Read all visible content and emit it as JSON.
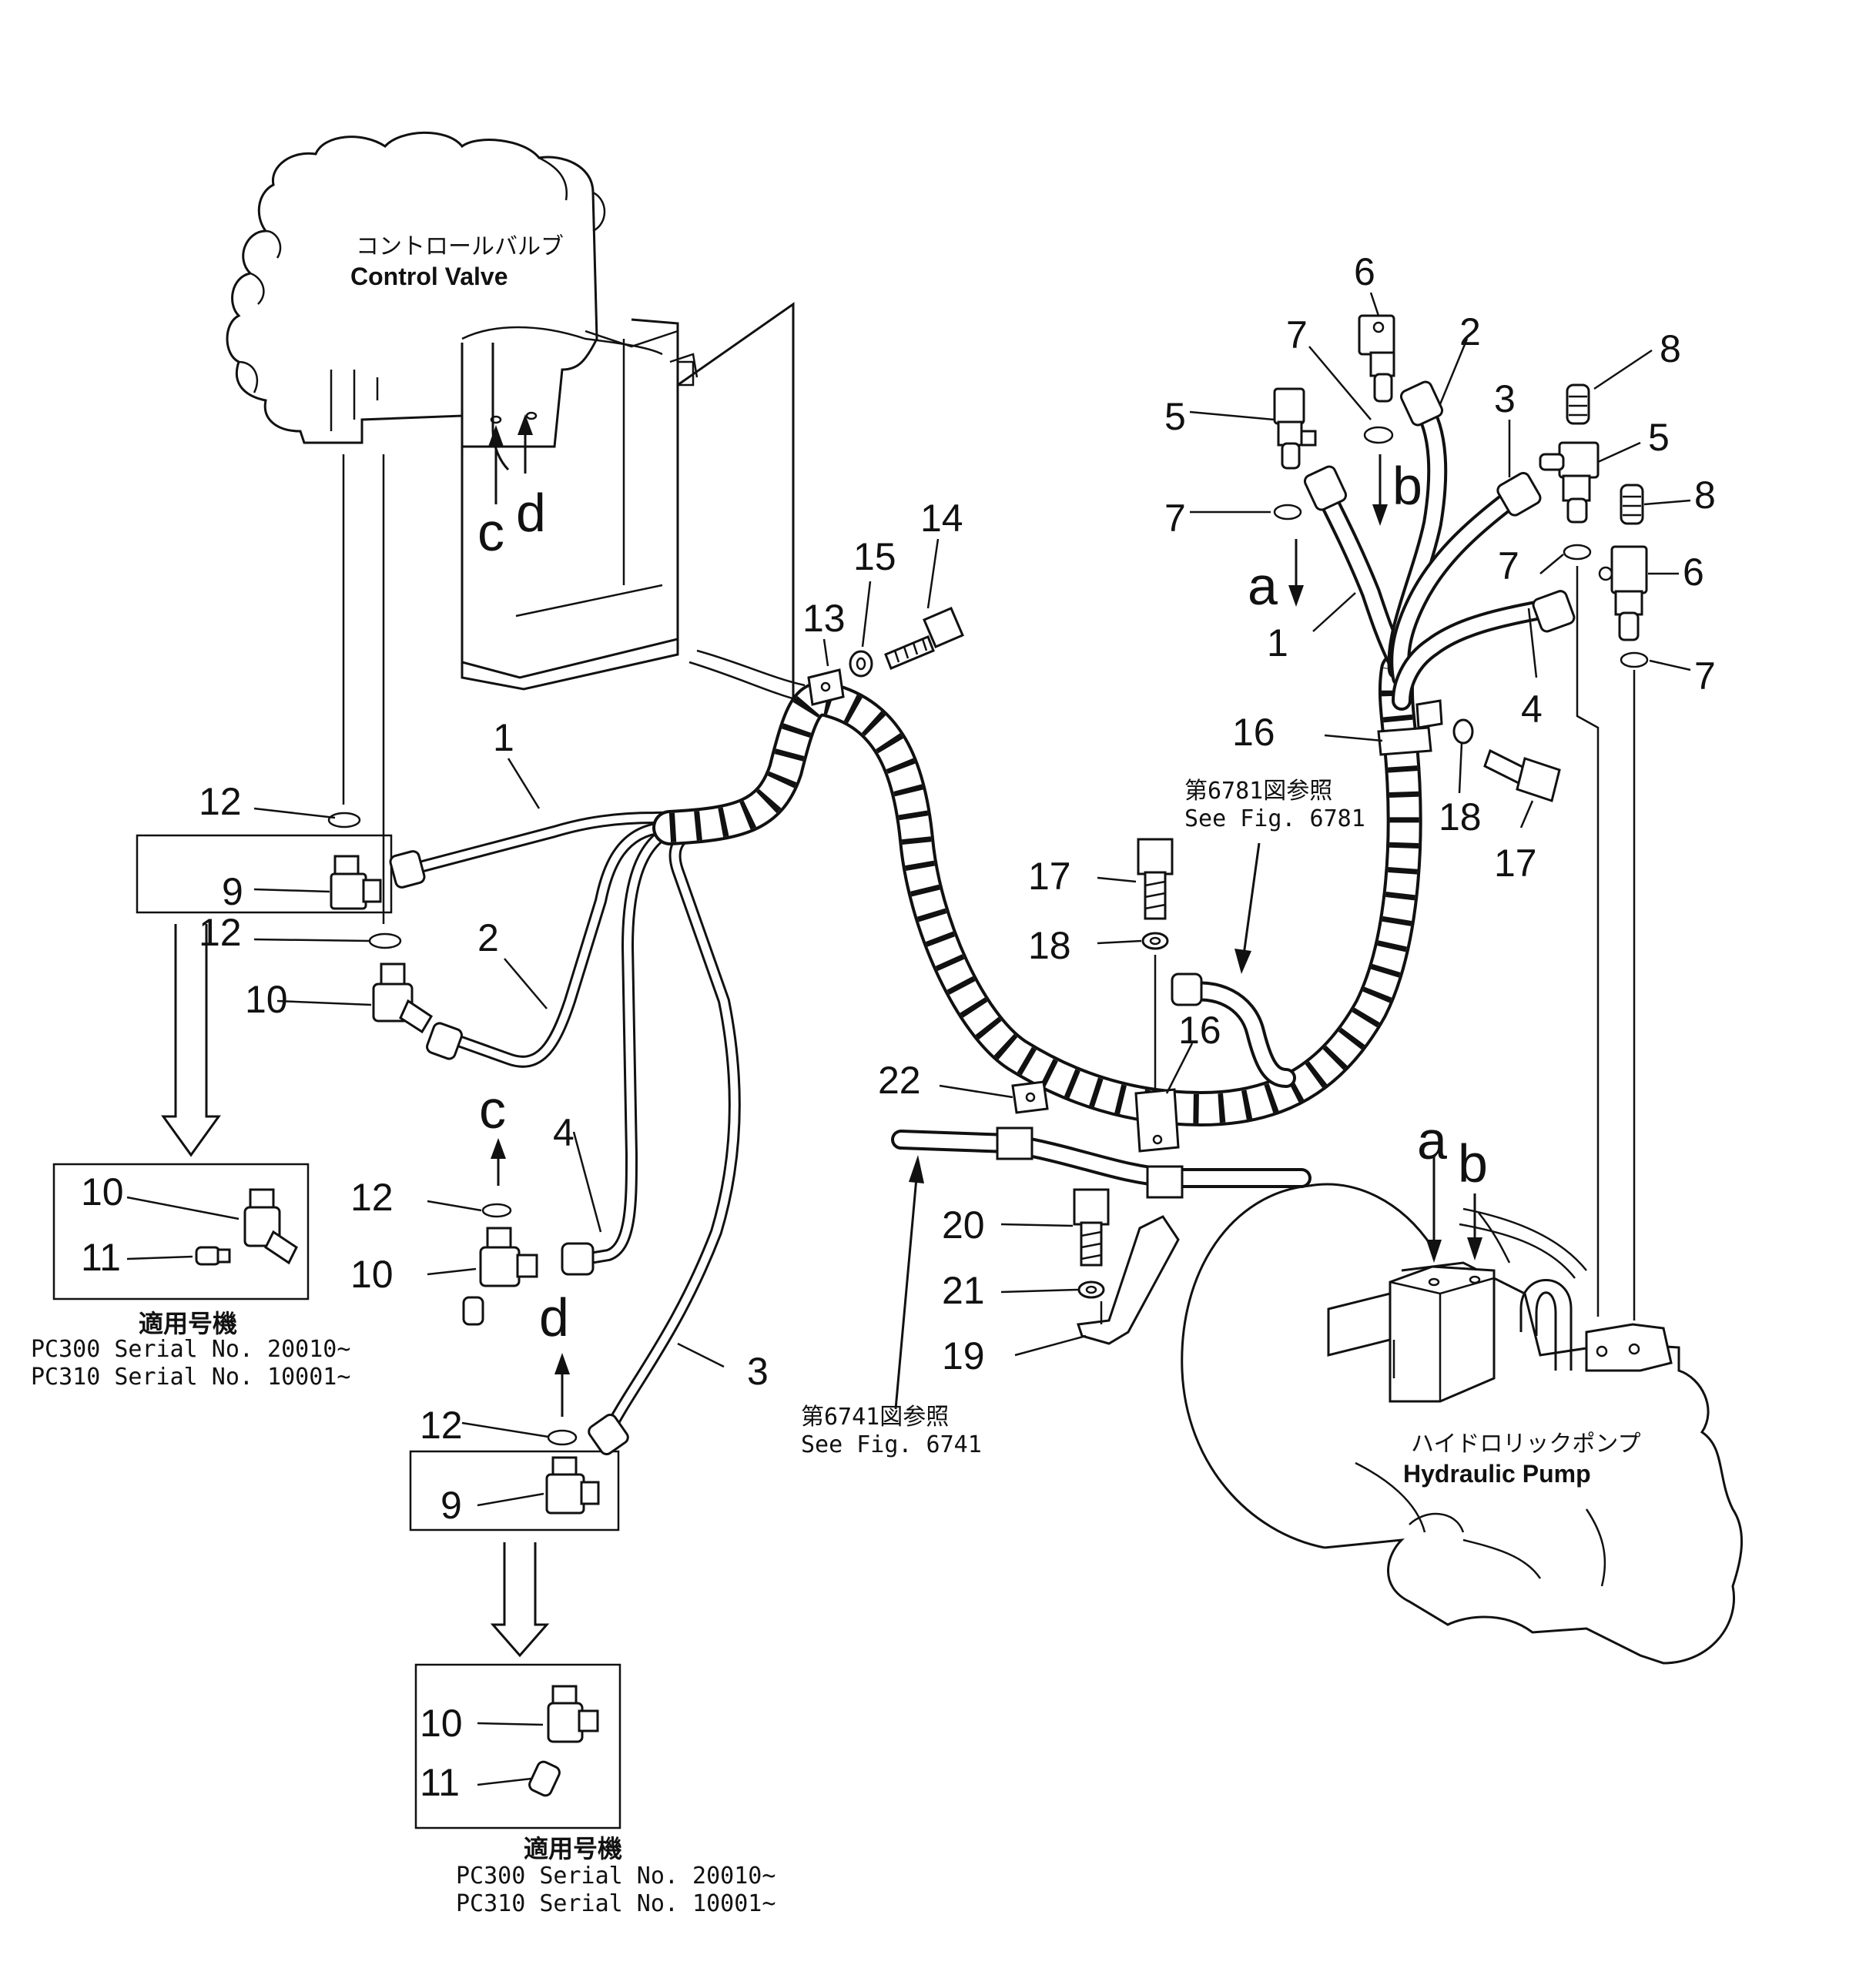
{
  "diagram": {
    "control_valve": {
      "jp": "コントロールバルブ",
      "en": "Control Valve"
    },
    "hydraulic_pump": {
      "jp": "ハイドロリックポンプ",
      "en": "Hydraulic Pump"
    },
    "ref_6781": {
      "jp": "第6781図参照",
      "en": "See  Fig.  6781"
    },
    "ref_6741": {
      "jp": "第6741図参照",
      "en": "See  Fig.  6741"
    },
    "applicable_1": {
      "title": "適用号機",
      "line1": "PC300  Serial  No.  20010~",
      "line2": "PC310  Serial  No.  10001~"
    },
    "applicable_2": {
      "title": "適用号機",
      "line1": "PC300  Serial  No.  20010~",
      "line2": "PC310  Serial  No.  10001~"
    },
    "connection_letters": {
      "a": "a",
      "b": "b",
      "c": "c",
      "d": "d"
    },
    "part_numbers": {
      "n1": "1",
      "n2": "2",
      "n3": "3",
      "n4": "4",
      "n5": "5",
      "n6": "6",
      "n7": "7",
      "n8": "8",
      "n9": "9",
      "n10": "10",
      "n11": "11",
      "n12": "12",
      "n13": "13",
      "n14": "14",
      "n15": "15",
      "n16": "16",
      "n17": "17",
      "n18": "18",
      "n19": "19",
      "n20": "20",
      "n21": "21",
      "n22": "22"
    }
  }
}
